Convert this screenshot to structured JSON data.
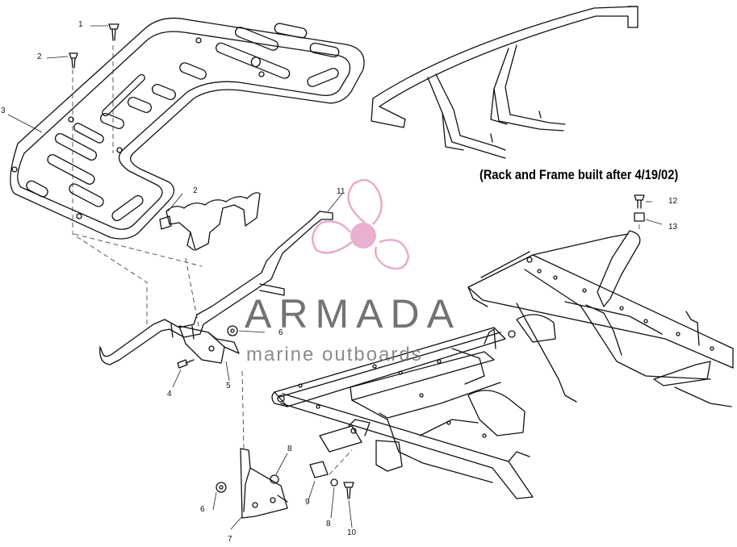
{
  "diagram": {
    "note": "(Rack and Frame built after 4/19/02)",
    "callouts": [
      {
        "id": "c1",
        "text": "1"
      },
      {
        "id": "c2a",
        "text": "2"
      },
      {
        "id": "c3",
        "text": "3"
      },
      {
        "id": "c2b",
        "text": "2"
      },
      {
        "id": "c11",
        "text": "11"
      },
      {
        "id": "c12",
        "text": "12"
      },
      {
        "id": "c13",
        "text": "13"
      },
      {
        "id": "c6a",
        "text": "6"
      },
      {
        "id": "c4",
        "text": "4"
      },
      {
        "id": "c5",
        "text": "5"
      },
      {
        "id": "c8a",
        "text": "8"
      },
      {
        "id": "c6b",
        "text": "6"
      },
      {
        "id": "c9",
        "text": "9"
      },
      {
        "id": "c8b",
        "text": "8"
      },
      {
        "id": "c10",
        "text": "10"
      },
      {
        "id": "c7",
        "text": "7"
      }
    ]
  },
  "watermark": {
    "title": "ARMADA",
    "subtitle": "marine outboards",
    "logo_color": "#e5a3c7",
    "text_color": "#5a5a5a"
  }
}
